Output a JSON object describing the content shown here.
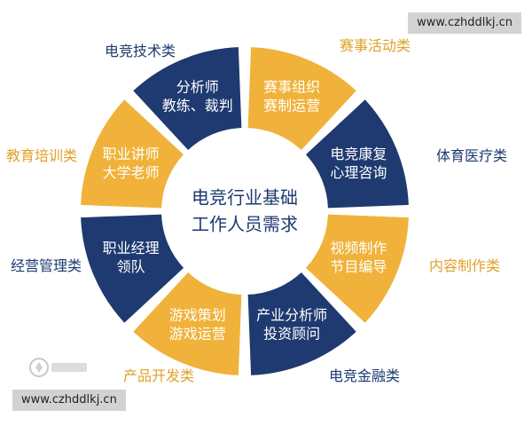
{
  "watermark": {
    "top": "www.czhddlkj.cn",
    "bottom": "www.czhddlkj.cn"
  },
  "center": {
    "line1": "电竞行业基础",
    "line2": "工作人员需求"
  },
  "segments": [
    {
      "key": "analyst",
      "lines": [
        "分析师",
        "教练、裁判"
      ],
      "color": "#1e3a70"
    },
    {
      "key": "events",
      "lines": [
        "赛事组织",
        "赛制运营"
      ],
      "color": "#f0b23a"
    },
    {
      "key": "rehab",
      "lines": [
        "电竞康复",
        "心理咨询"
      ],
      "color": "#1e3a70"
    },
    {
      "key": "video",
      "lines": [
        "视频制作",
        "节目编导"
      ],
      "color": "#f0b23a"
    },
    {
      "key": "industry",
      "lines": [
        "产业分析师",
        "投资顾问"
      ],
      "color": "#1e3a70"
    },
    {
      "key": "game",
      "lines": [
        "游戏策划",
        "游戏运营"
      ],
      "color": "#f0b23a"
    },
    {
      "key": "manager",
      "lines": [
        "职业经理",
        "领队"
      ],
      "color": "#1e3a70"
    },
    {
      "key": "teacher",
      "lines": [
        "职业讲师",
        "大学老师"
      ],
      "color": "#f0b23a"
    }
  ],
  "categories": {
    "tech": "电竞技术类",
    "events": "赛事活动类",
    "medical": "体育医疗类",
    "content": "内容制作类",
    "finance": "电竞金融类",
    "product": "产品开发类",
    "management": "经营管理类",
    "education": "教育培训类"
  },
  "colors": {
    "navy": "#1e3a70",
    "gold": "#f0b23a",
    "label_gold": "#e0a12a"
  }
}
